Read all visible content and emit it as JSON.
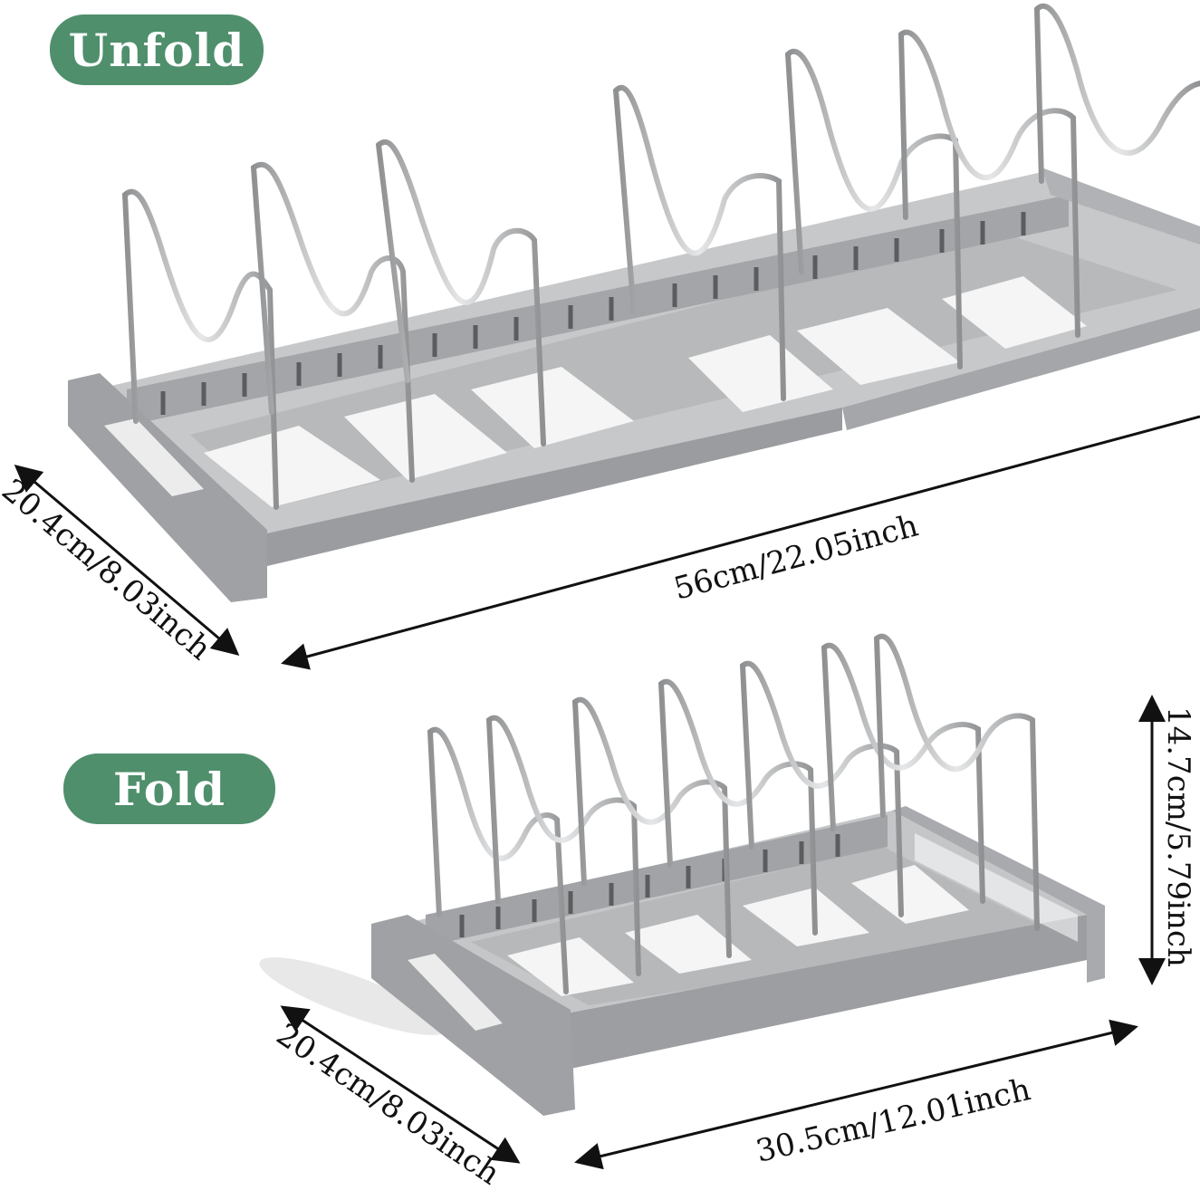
{
  "labels": {
    "unfold": "Unfold",
    "fold": "Fold"
  },
  "dimensions": {
    "unfold_depth": "20.4cm/8.03inch",
    "unfold_length": "56cm/22.05inch",
    "fold_depth": "20.4cm/8.03inch",
    "fold_length": "30.5cm/12.01inch",
    "fold_height": "14.7cm/5.79inch"
  },
  "colors": {
    "label_background": "#4f8f6c",
    "rack_body": "#a9abae",
    "wire": "#c9cbcd"
  }
}
